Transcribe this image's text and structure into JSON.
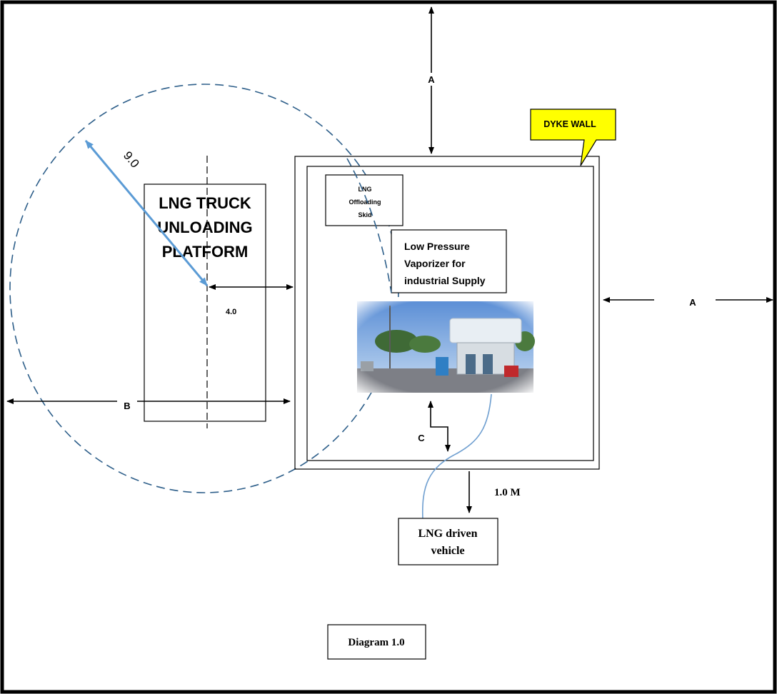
{
  "labels": {
    "dimension_a": "A",
    "dimension_b": "B",
    "dimension_c": "C",
    "radius": "9.0",
    "offset": "4.0",
    "distance": "1.0 M"
  },
  "callout": {
    "text": "DYKE WALL",
    "fill": "#ffff00"
  },
  "platform": {
    "line1": "LNG TRUCK",
    "line2": "UNLOADING",
    "line3": "PLATFORM"
  },
  "skid": {
    "line1": "LNG",
    "line2": "Offloading",
    "line3": "Skid"
  },
  "vaporizer": {
    "line1": "Low Pressure",
    "line2": "Vaporizer for",
    "line3": "industrial Supply"
  },
  "vehicle": {
    "line1": "LNG driven",
    "line2": "vehicle"
  },
  "caption": "Diagram 1.0",
  "colors": {
    "zone_circle": "#2e5f8a",
    "radius_arrow": "#5b9bd5",
    "hose_line": "#6f9fd0"
  },
  "photo_icon": "lng-station-photo"
}
